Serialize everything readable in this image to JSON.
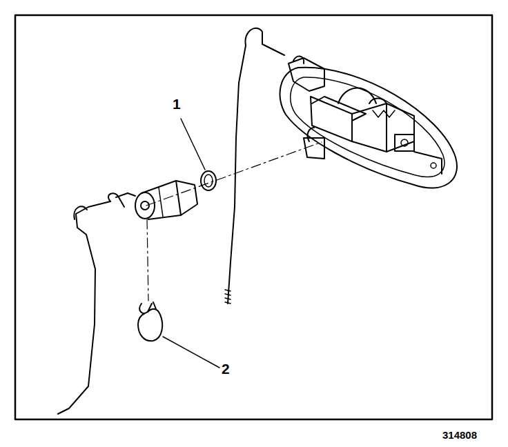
{
  "diagram": {
    "labels": [
      "1",
      "2",
      "314808"
    ]
  }
}
